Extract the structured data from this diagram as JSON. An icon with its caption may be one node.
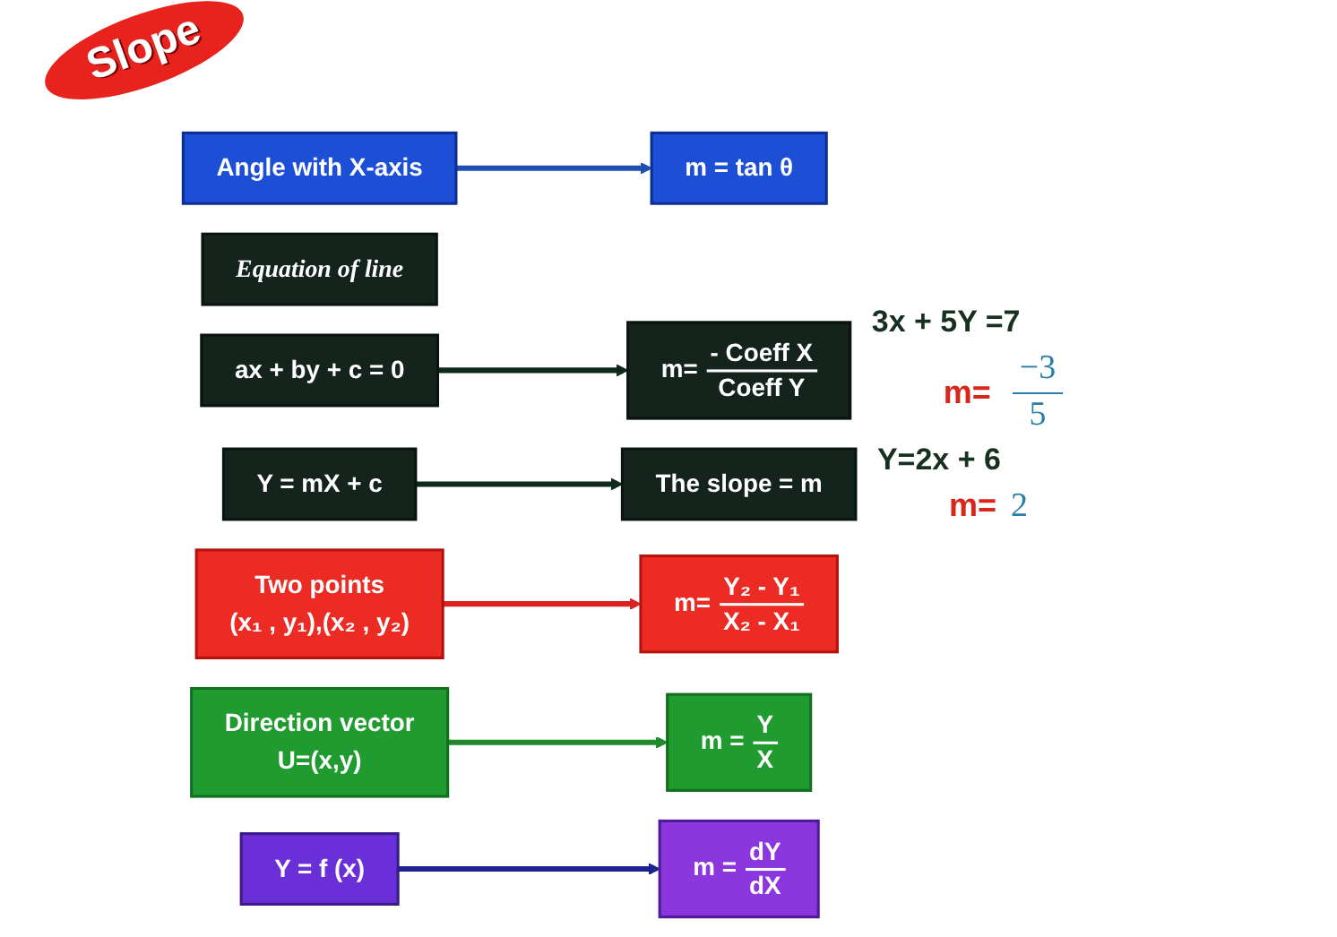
{
  "diagram": {
    "title": "Slope",
    "nodes": [
      {
        "text": [
          "Angle with X-axis"
        ]
      },
      {
        "text": [
          "m = tan θ"
        ]
      },
      {
        "text": [
          "Equation of line"
        ]
      },
      {
        "text": [
          "ax + by + c = 0"
        ]
      },
      {
        "text": [
          "m=",
          "- Coeff X",
          "Coeff Y"
        ],
        "beside": [
          "3x + 5Y =7",
          "m=",
          "−3",
          "5"
        ]
      },
      {
        "text": [
          "Y = mX + c"
        ]
      },
      {
        "text": [
          "The slope = m"
        ],
        "beside": [
          "Y=2x + 6",
          "m=",
          "2"
        ]
      },
      {
        "text": [
          "Two points",
          "(x₁ , y₁),(x₂ , y₂)"
        ]
      },
      {
        "text": [
          "m=",
          "Y₂ - Y₁",
          "X₂ - X₁"
        ]
      },
      {
        "text": [
          "Direction vector",
          "U=(x,y)"
        ]
      },
      {
        "text": [
          "m =",
          "Y",
          "X"
        ]
      },
      {
        "text": [
          "Y = f (x)"
        ]
      },
      {
        "text": [
          "m =",
          "dY",
          "dX"
        ]
      }
    ],
    "edges": [
      {
        "from": 0,
        "to": 1,
        "arrow": "to",
        "color": "#1f4fb0"
      },
      {
        "from": 3,
        "to": 4,
        "arrow": "to",
        "color": "#0f2a1a"
      },
      {
        "from": 5,
        "to": 6,
        "arrow": "to",
        "color": "#0f2a1a"
      },
      {
        "from": 7,
        "to": 8,
        "arrow": "to",
        "color": "#d92323"
      },
      {
        "from": 9,
        "to": 10,
        "arrow": "to",
        "color": "#1e8a2c"
      },
      {
        "from": 11,
        "to": 12,
        "arrow": "to",
        "color": "#1c2290"
      }
    ]
  }
}
